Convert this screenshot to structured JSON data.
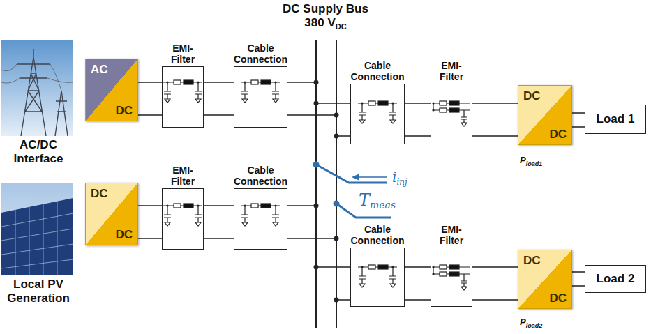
{
  "diagram": {
    "title": "DC Supply Bus",
    "nodes": [
      {
        "text": [
          "AC",
          "DC"
        ]
      },
      {
        "text": [
          "EMI-Filter"
        ]
      },
      {
        "text": [
          "Cable Connection"
        ]
      },
      {
        "text": [
          "Cable Connection"
        ]
      },
      {
        "text": [
          "EMI-Filter"
        ]
      },
      {
        "text": [
          "DC",
          "DC"
        ]
      },
      {
        "text": [
          "Load 1"
        ]
      },
      {
        "text": [
          "DC",
          "DC"
        ]
      },
      {
        "text": [
          "EMI-Filter"
        ]
      },
      {
        "text": [
          "Cable Connection"
        ]
      },
      {
        "text": [
          "Cable Connection"
        ]
      },
      {
        "text": [
          "EMI-Filter"
        ]
      },
      {
        "text": [
          "DC",
          "DC"
        ]
      },
      {
        "text": [
          "Load 2"
        ]
      }
    ],
    "edges": [
      {
        "from": 0,
        "to": 1,
        "arrow": "none"
      },
      {
        "from": 1,
        "to": 2,
        "arrow": "none"
      },
      {
        "from": 3,
        "to": 4,
        "arrow": "none"
      },
      {
        "from": 4,
        "to": 5,
        "arrow": "none"
      },
      {
        "from": 5,
        "to": 6,
        "arrow": "none"
      },
      {
        "from": 7,
        "to": 8,
        "arrow": "none"
      },
      {
        "from": 8,
        "to": 9,
        "arrow": "none"
      },
      {
        "from": 10,
        "to": 11,
        "arrow": "none"
      },
      {
        "from": 11,
        "to": 12,
        "arrow": "none"
      },
      {
        "from": 12,
        "to": 13,
        "arrow": "none"
      }
    ],
    "labels": [
      "380 V",
      "DC",
      "AC/DC Interface",
      "Local PV Generation",
      "P",
      "load1",
      "P",
      "load2",
      "i",
      "inj",
      "T",
      "meas"
    ]
  }
}
